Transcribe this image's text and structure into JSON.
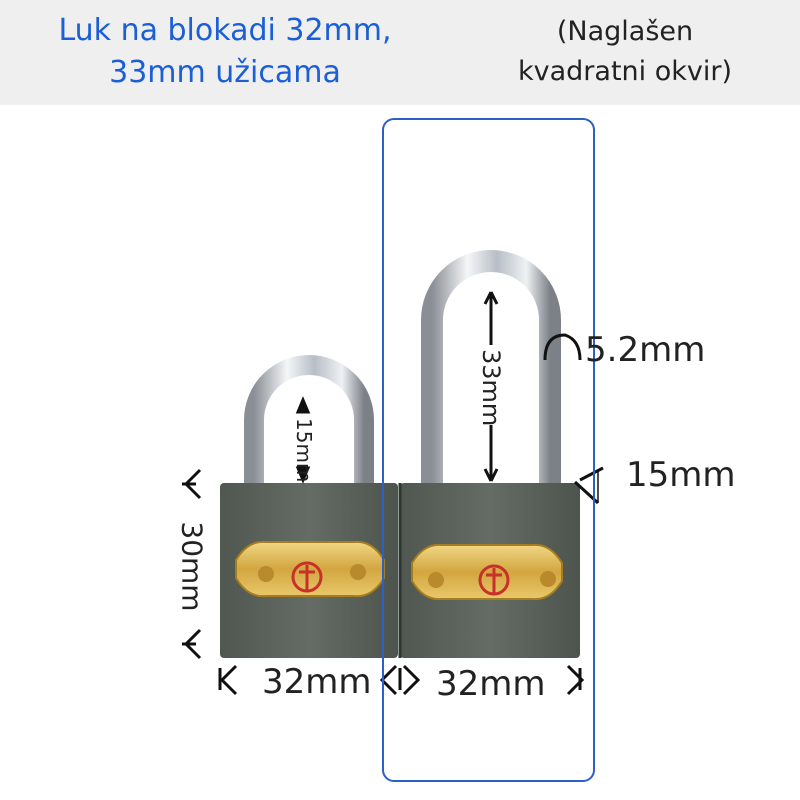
{
  "header": {
    "title_lines": [
      "Luk na blokadi 32mm,",
      "33mm užicama"
    ],
    "note_lines": [
      "(Naglašen",
      "kvadratni okvir)"
    ]
  },
  "dimensions": {
    "small_shackle": "15mm",
    "long_shackle": "33mm",
    "shackle_diameter": "5.2mm",
    "body_thickness": "15mm",
    "body_height": "30mm",
    "small_width": "32mm",
    "long_width": "32mm"
  },
  "colors": {
    "title": "#1a5fd6",
    "frame": "#2d5fc4",
    "body": "#5d655e",
    "plate": "#d9b24a"
  }
}
